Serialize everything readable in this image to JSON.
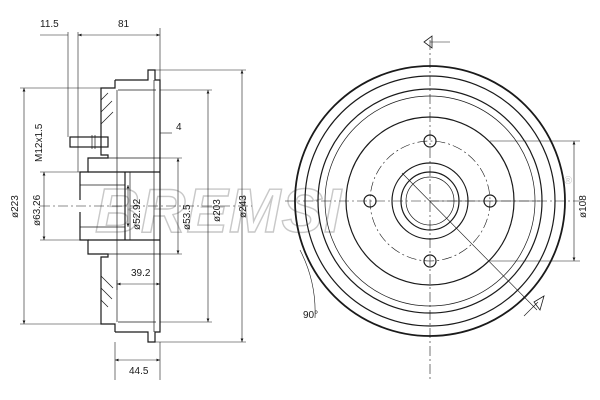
{
  "dimensions": {
    "hub_offset": "11.5",
    "overall_width": "81",
    "stud_thread": "M12x1.5",
    "flange_thickness": "4",
    "outer_diameter": "ø223",
    "bore_diameter": "ø63.26",
    "inner_bore": "ø52.92",
    "hub_diameter": "ø53.5",
    "brake_diameter": "ø203",
    "drum_diameter": "ø243",
    "inner_depth": "39.2",
    "total_depth": "44.5",
    "bolt_circle": "ø108",
    "rotation_angle": "90°"
  },
  "watermark": {
    "brand": "BREMSI",
    "mark": "®"
  }
}
